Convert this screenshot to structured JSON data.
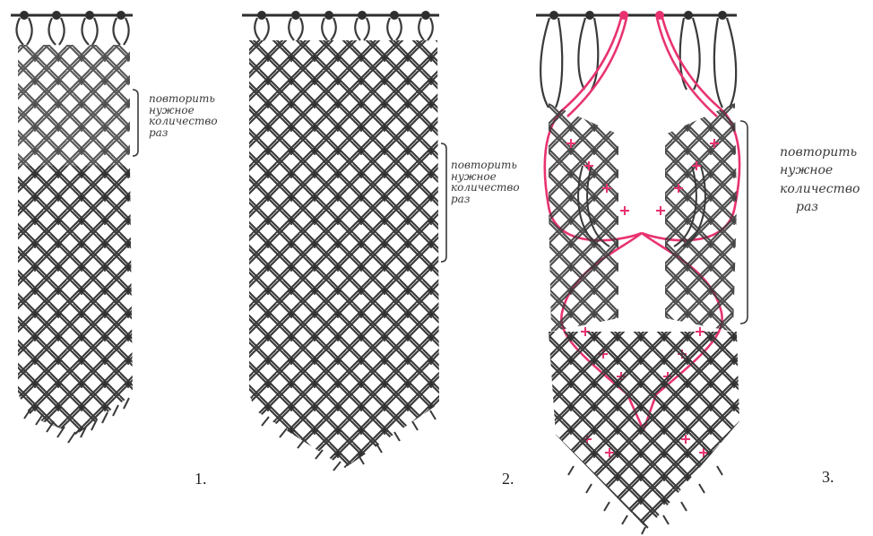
{
  "colors": {
    "cord": "#3a3a3a",
    "highlight": "#e8336f",
    "bar": "#2e2e2e",
    "background": "#ffffff"
  },
  "patterns": [
    {
      "id": "pattern-1",
      "number": "1.",
      "note_lines": [
        "повторить",
        "нужное",
        "количество",
        "раз"
      ]
    },
    {
      "id": "pattern-2",
      "number": "2.",
      "note_lines": [
        "повторить",
        "нужное",
        "количество",
        "раз"
      ]
    },
    {
      "id": "pattern-3",
      "number": "3.",
      "note_lines": [
        "повторить",
        "нужное",
        "количество",
        "раз"
      ]
    }
  ]
}
